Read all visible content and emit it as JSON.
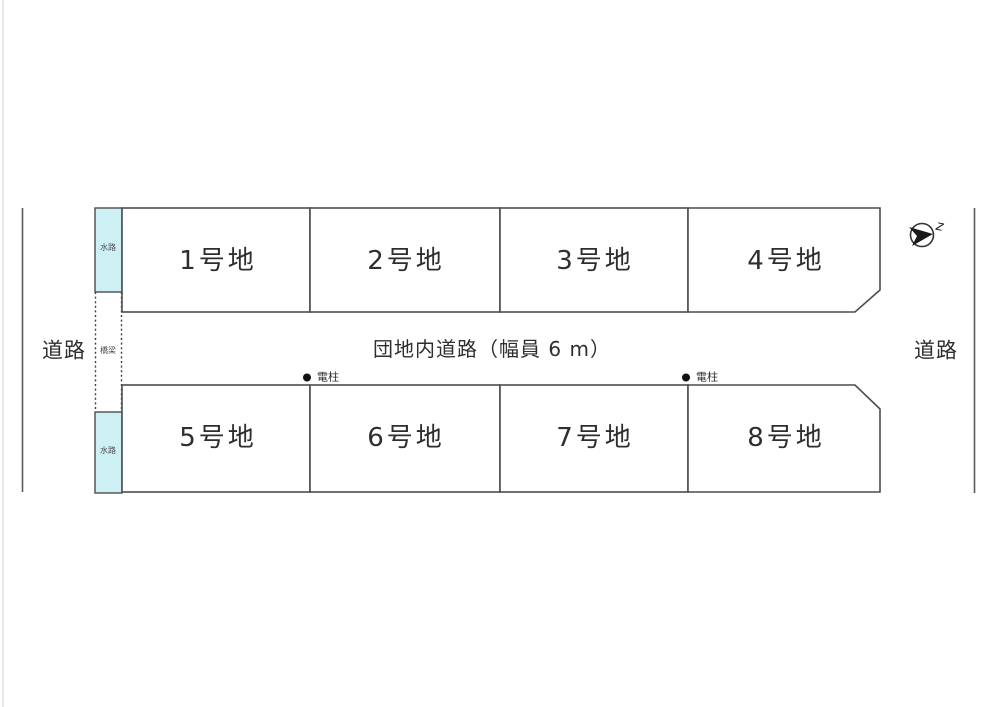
{
  "diagram": {
    "type": "land-plot-layout",
    "colors": {
      "line": "#4c4c4c",
      "side_road_line": "#5a5a5a",
      "water_fill": "#cdf0f4",
      "text": "#2e2e2e",
      "background": "#ffffff"
    },
    "left_road": {
      "label": "道路"
    },
    "right_road": {
      "label": "道路"
    },
    "central_road": {
      "label": "団地内道路（幅員 6 m）"
    },
    "lots": [
      {
        "label": "1号地"
      },
      {
        "label": "2号地"
      },
      {
        "label": "3号地"
      },
      {
        "label": "4号地"
      },
      {
        "label": "5号地"
      },
      {
        "label": "6号地"
      },
      {
        "label": "7号地"
      },
      {
        "label": "8号地"
      }
    ],
    "water_channels": [
      {
        "label": "水路"
      },
      {
        "label": "水路"
      }
    ],
    "bridge": {
      "label": "橋梁"
    },
    "utility_poles": [
      {
        "label": "電柱"
      },
      {
        "label": "電柱"
      }
    ],
    "compass": {
      "label": "z"
    }
  }
}
